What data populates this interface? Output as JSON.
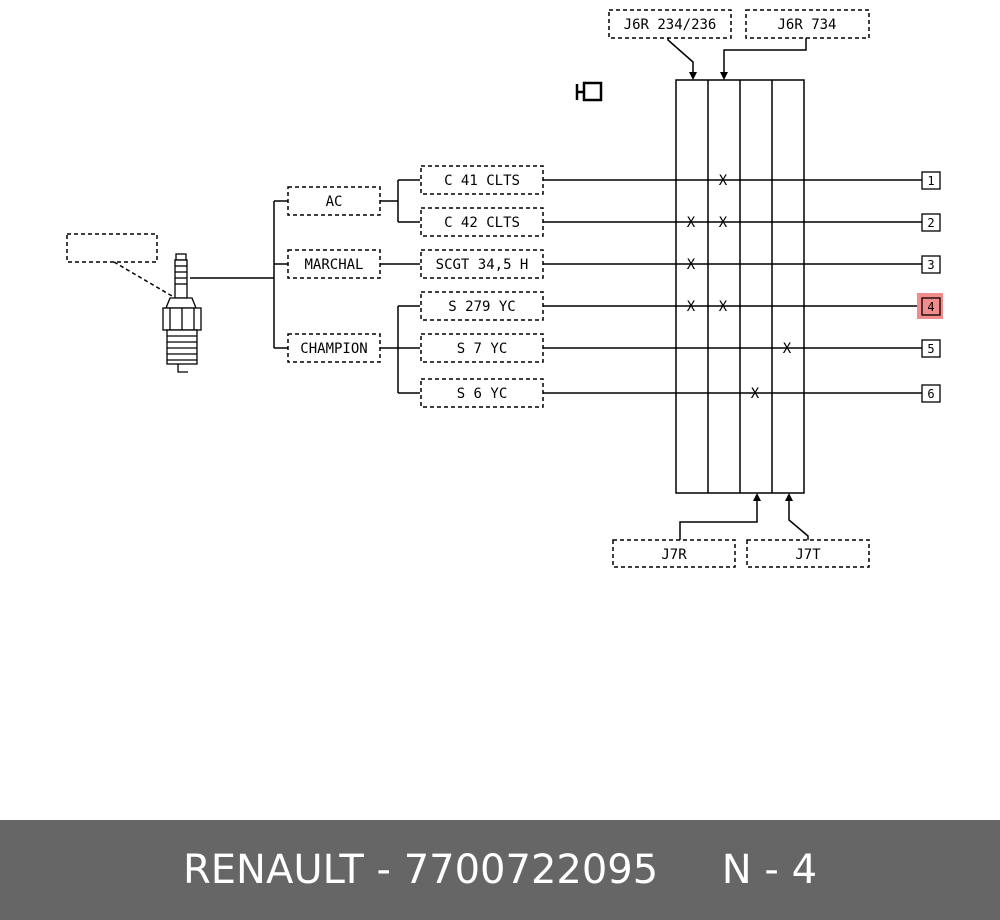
{
  "engines_top": [
    "J6R 234/236",
    "J6R 734"
  ],
  "engines_bottom": [
    "J7R",
    "J7T"
  ],
  "brands": [
    "AC",
    "MARCHAL",
    "CHAMPION"
  ],
  "plugs": [
    {
      "label": "C 41 CLTS",
      "number": "1",
      "brand": "AC",
      "marks": [
        "J6R 734"
      ]
    },
    {
      "label": "C 42 CLTS",
      "number": "2",
      "brand": "AC",
      "marks": [
        "J6R 234/236",
        "J6R 734"
      ]
    },
    {
      "label": "SCGT 34,5 H",
      "number": "3",
      "brand": "MARCHAL",
      "marks": [
        "J6R 234/236"
      ]
    },
    {
      "label": "S 279 YC",
      "number": "4",
      "brand": "CHAMPION",
      "marks": [
        "J6R 234/236",
        "J6R 734"
      ],
      "highlight": true
    },
    {
      "label": "S 7 YC",
      "number": "5",
      "brand": "CHAMPION",
      "marks": [
        "J7T"
      ]
    },
    {
      "label": "S 6 YC",
      "number": "6",
      "brand": "CHAMPION",
      "marks": [
        "J7R"
      ]
    }
  ],
  "mark_symbol": "X",
  "highlight_color": "#f28b8b",
  "footer": {
    "brand": "RENAULT",
    "separator": " - ",
    "part_number": "7700722095",
    "position": "N - 4"
  }
}
